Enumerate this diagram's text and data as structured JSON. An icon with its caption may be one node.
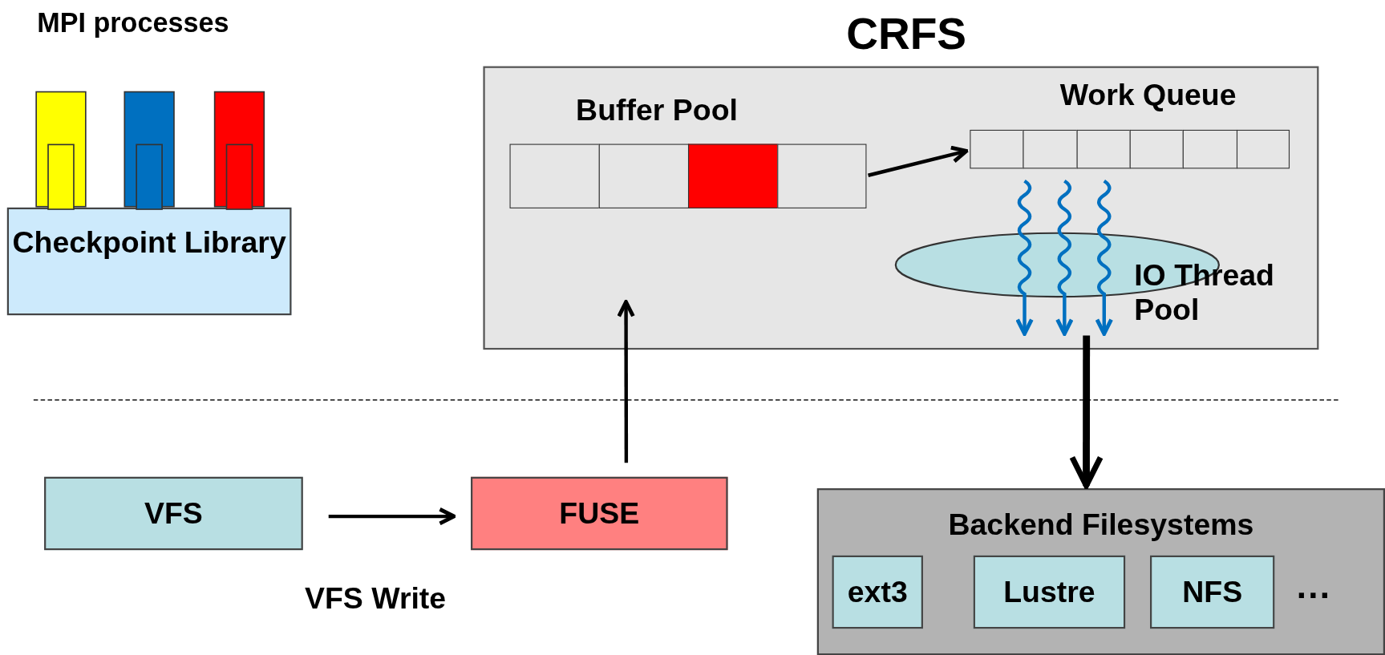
{
  "diagram": {
    "nodes": [
      {
        "text": [
          "Checkpoint Library"
        ]
      },
      {
        "text": [],
        "shape": "box"
      },
      {
        "text": [],
        "shape": "box"
      },
      {
        "text": [],
        "shape": "box"
      },
      {
        "text": [
          "CRFS"
        ]
      },
      {
        "text": [
          "Buffer Pool"
        ],
        "in": 4
      },
      {
        "text": [
          "Work Queue"
        ],
        "in": 4
      },
      {
        "text": [
          "IO Thread Pool"
        ],
        "in": 4
      },
      {
        "text": [
          "VFS"
        ]
      },
      {
        "text": [
          "FUSE"
        ]
      },
      {
        "text": [
          "Backend Filesystems"
        ]
      },
      {
        "text": [
          "ext3"
        ],
        "in": 10
      },
      {
        "text": [
          "Lustre"
        ],
        "in": 10
      },
      {
        "text": [
          "NFS"
        ],
        "in": 10
      }
    ],
    "edges": [
      {
        "from": 8,
        "to": 9,
        "arrow": "to",
        "label": "VFS Write"
      },
      {
        "from": 9,
        "to": 4,
        "arrow": "to"
      },
      {
        "from": 5,
        "to": 6,
        "arrow": "to"
      },
      {
        "from": 4,
        "to": 10,
        "arrow": "to",
        "style": "thick"
      },
      {
        "from": 6,
        "to": null,
        "arrow": "to",
        "color": "#0070c0"
      },
      {
        "from": 6,
        "to": null,
        "arrow": "to",
        "color": "#0070c0"
      },
      {
        "from": 6,
        "to": null,
        "arrow": "to",
        "color": "#0070c0"
      }
    ],
    "labels": [
      "MPI processes",
      "..."
    ]
  }
}
